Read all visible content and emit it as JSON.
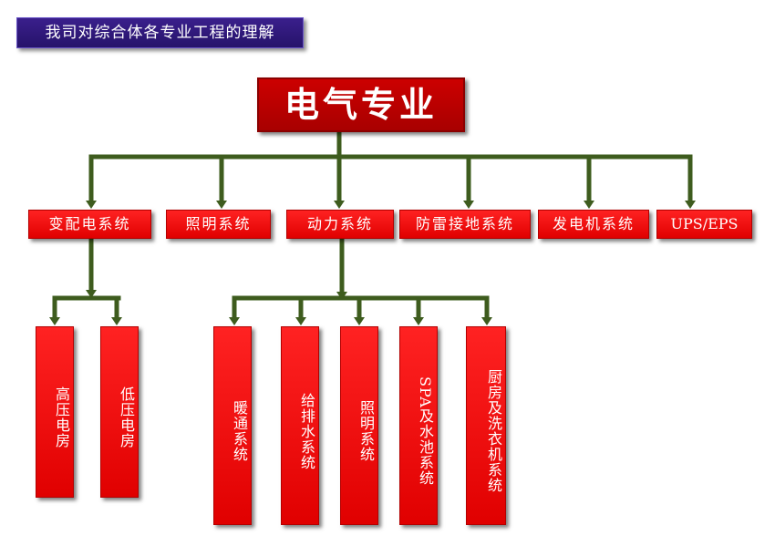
{
  "banner": {
    "title": "我司对综合体各专业工程的理解"
  },
  "root": {
    "label": "电气专业"
  },
  "level1": [
    {
      "label": "变配电系统"
    },
    {
      "label": "照明系统"
    },
    {
      "label": "动力系统"
    },
    {
      "label": "防雷接地系统"
    },
    {
      "label": "发电机系统"
    },
    {
      "label": "UPS/EPS"
    }
  ],
  "substation_children": [
    {
      "label": "高压电房"
    },
    {
      "label": "低压电房"
    }
  ],
  "power_children": [
    {
      "label": "暖通系统"
    },
    {
      "label": "给排水系统"
    },
    {
      "label": "照明系统"
    },
    {
      "label": "SPA及水池系统"
    },
    {
      "label": "厨房及洗衣机系统"
    }
  ],
  "colors": {
    "box_red": "#ff1a1a",
    "root_red": "#c00000",
    "connector_green": "#3e5c1e",
    "banner_purple": "#2f1878"
  }
}
